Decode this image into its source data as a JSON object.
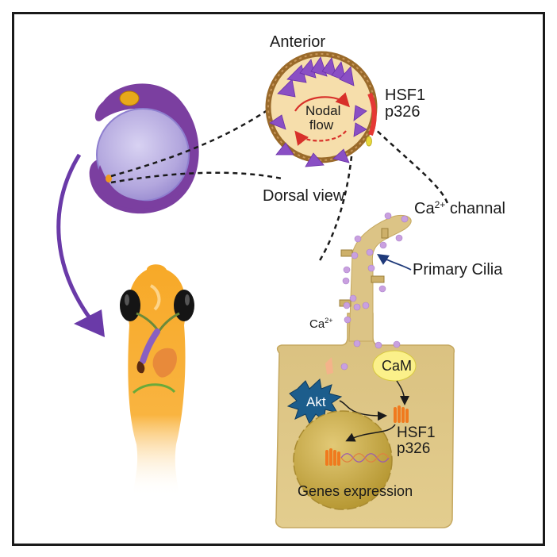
{
  "figure": {
    "type": "graphical-abstract",
    "border_color": "#1a1a1a"
  },
  "labels": {
    "anterior": "Anterior",
    "nodal_flow_line1": "Nodal",
    "nodal_flow_line2": "flow",
    "hsf1_top_line1": "HSF1",
    "hsf1_top_line2": "p326",
    "dorsal_view": "Dorsal view",
    "ca_channel_prefix": "Ca",
    "ca_channel_sup": "2+",
    "ca_channel_suffix": " channal",
    "primary_cilia": "Primary Cilia",
    "ca_ion_prefix": "Ca",
    "ca_ion_sup": "2+",
    "cam": "CaM",
    "akt": "Akt",
    "hsf1_cell_line1": "HSF1",
    "hsf1_cell_line2": "p326",
    "genes_expression": "Genes expression"
  },
  "colors": {
    "embryo_purple": "#7b3fa0",
    "yolk": "#b9b0e0",
    "node_fill": "#f6deab",
    "node_rim": "#9a6a2a",
    "cilia_purple": "#8a4fc4",
    "flow_arrow": "#d8302a",
    "hsf1_marker": "#e53935",
    "ca_channel_marker": "#e8d83a",
    "cell_tan": "#dcc486",
    "cilium_tan": "#dcc486",
    "ca_ion": "#c9a0e0",
    "cam_yellow": "#fbf08a",
    "akt_blue": "#1c5d8c",
    "hsf1_orange": "#f07a1e",
    "nucleus": "#c7a94a",
    "larva_orange": "#f7a928",
    "development_arrow": "#6a3aa8"
  }
}
